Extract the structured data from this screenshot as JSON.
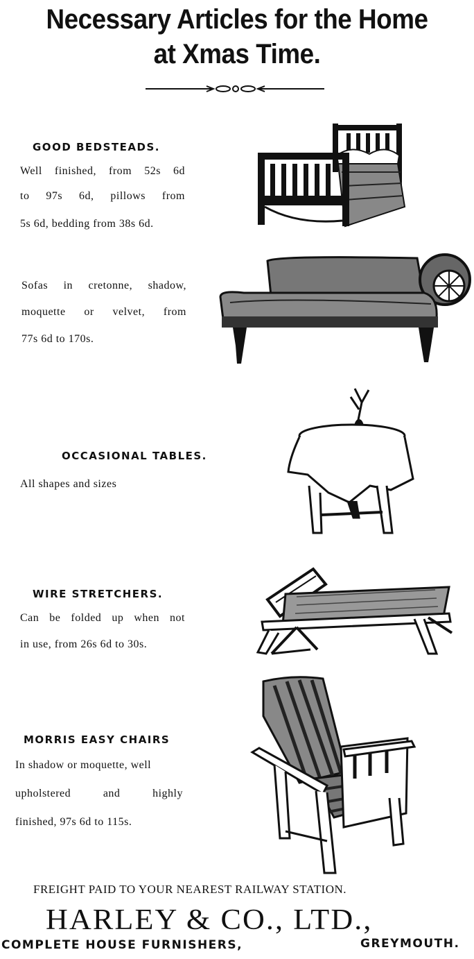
{
  "header": {
    "title_line1": "Necessary Articles for the Home",
    "title_line2": "at Xmas Time."
  },
  "items": [
    {
      "heading": "GOOD BEDSTEADS.",
      "lines": [
        "Well finished, from 52s 6d",
        "to 97s 6d, pillows from",
        "5s 6d, bedding from 38s 6d."
      ],
      "illustration": "bedstead-illustration"
    },
    {
      "heading": "",
      "lines": [
        "Sofas in cretonne, shadow,",
        "moquette or velvet, from",
        "77s 6d to 170s."
      ],
      "illustration": "sofa-illustration"
    },
    {
      "heading": "OCCASIONAL TABLES.",
      "lines": [
        "All shapes and sizes"
      ],
      "illustration": "table-illustration"
    },
    {
      "heading": "WIRE STRETCHERS.",
      "lines": [
        "Can be folded up when not",
        "in use, from 26s 6d to 30s."
      ],
      "illustration": "stretcher-illustration"
    },
    {
      "heading": "MORRIS EASY CHAIRS",
      "lines": [
        "In shadow or moquette, well",
        "upholstered and highly",
        "finished, 97s 6d to 115s."
      ],
      "illustration": "chair-illustration"
    }
  ],
  "footer": {
    "freight": "FREIGHT PAID TO YOUR NEAREST RAILWAY STATION.",
    "company": "HARLEY & CO., LTD.,",
    "tagline": "COMPLETE HOUSE FURNISHERS,",
    "location": "GREYMOUTH."
  }
}
